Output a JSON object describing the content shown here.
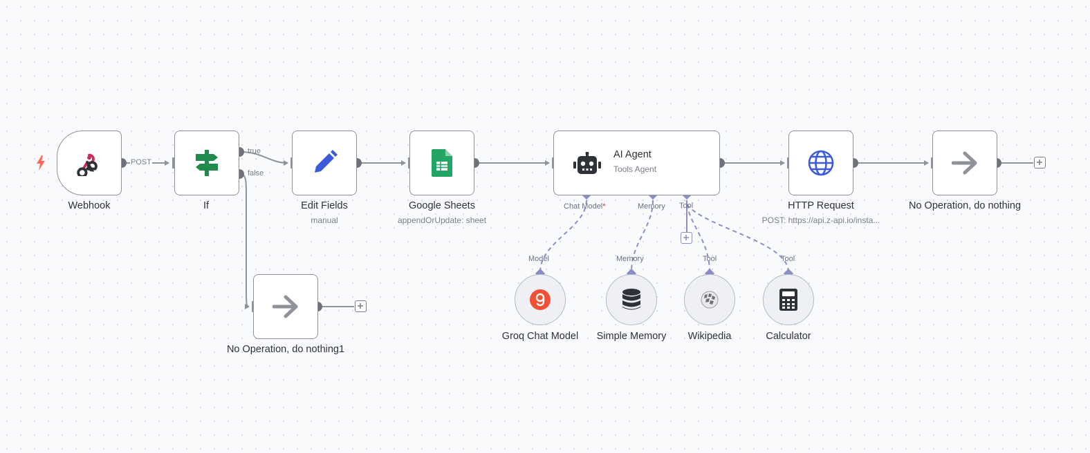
{
  "nodes": {
    "webhook": {
      "label": "Webhook"
    },
    "if": {
      "label": "If",
      "true_label": "true",
      "false_label": "false"
    },
    "edit_fields": {
      "label": "Edit Fields",
      "subtitle": "manual"
    },
    "google_sheets": {
      "label": "Google Sheets",
      "subtitle": "appendOrUpdate: sheet"
    },
    "ai_agent": {
      "label": "AI Agent",
      "subtitle": "Tools Agent",
      "port_chat_model": "Chat Model",
      "required_mark": "*",
      "port_memory": "Memory",
      "port_tool": "Tool"
    },
    "http_request": {
      "label": "HTTP Request",
      "subtitle": "POST: https://api.z-api.io/insta..."
    },
    "noop": {
      "label": "No Operation, do nothing"
    },
    "noop1": {
      "label": "No Operation, do nothing1"
    },
    "groq": {
      "label": "Groq Chat Model",
      "port": "Model"
    },
    "memory": {
      "label": "Simple Memory",
      "port": "Memory"
    },
    "wikipedia": {
      "label": "Wikipedia",
      "port": "Tool"
    },
    "calculator": {
      "label": "Calculator",
      "port": "Tool"
    }
  },
  "connections": {
    "webhook_method": "POST"
  },
  "colors": {
    "accent": "#8a8ec7",
    "wire": "#8f929a",
    "trigger": "#ff6d5a",
    "sheets": "#23a566",
    "if_green": "#1f8b4c",
    "pencil": "#3b5bdb",
    "globe": "#3b5bdb",
    "groq": "#f55036"
  }
}
